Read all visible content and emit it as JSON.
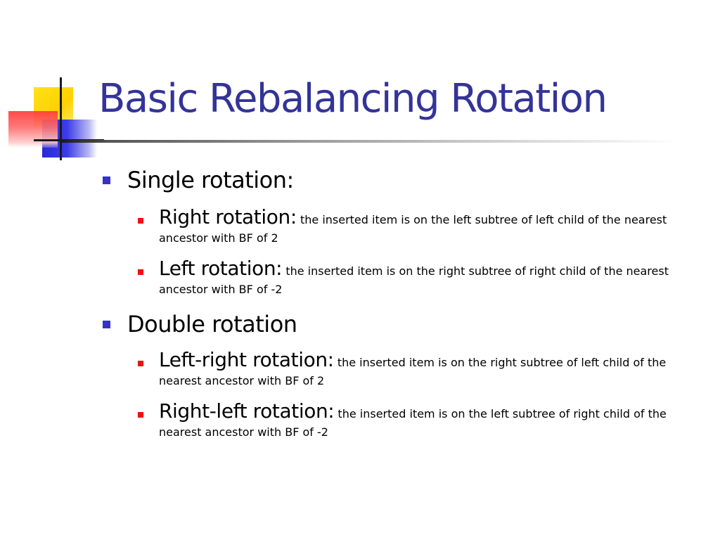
{
  "slide": {
    "title": "Basic Rebalancing Rotation",
    "bullets": [
      {
        "label": "Single rotation:",
        "children": [
          {
            "term": "Right rotation:",
            "desc": "the inserted item is on the left subtree of left child of the nearest ancestor with BF of 2"
          },
          {
            "term": "Left rotation:",
            "desc": "the inserted item is on the right subtree of right child of the nearest ancestor with BF of -2"
          }
        ]
      },
      {
        "label": "Double rotation",
        "children": [
          {
            "term": "Left-right rotation:",
            "desc": "the inserted item is on the right subtree of left child of the nearest ancestor with BF of 2"
          },
          {
            "term": "Right-left rotation:",
            "desc": "the inserted item is on the left subtree of right child of the nearest ancestor with BF of -2"
          }
        ]
      }
    ]
  },
  "colors": {
    "title": "#333399",
    "level1_bullet": "#3333cc",
    "level2_bullet": "#ee1111",
    "deco_yellow": "#ffd000",
    "deco_blue": "#2a2ad8",
    "deco_red": "#ff3a3a"
  }
}
